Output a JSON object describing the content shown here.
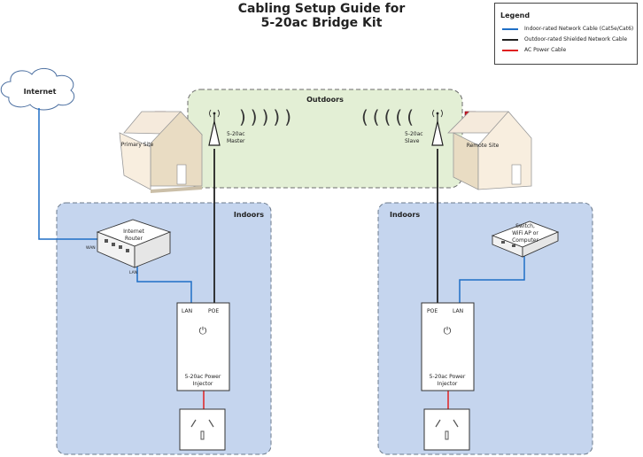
{
  "title": {
    "line1": "Cabling Setup Guide for",
    "line2": "5-20ac Bridge Kit"
  },
  "legend": {
    "title": "Legend",
    "items": [
      {
        "label": "Indoor-rated Network Cable (Cat5e/Cat6)",
        "color": "#1f6fc6"
      },
      {
        "label": "Outdoor-rated Shielded Network Cable",
        "color": "#222222"
      },
      {
        "label": "AC Power Cable",
        "color": "#e02020"
      }
    ]
  },
  "internet": {
    "label": "Internet"
  },
  "outdoors": {
    "label": "Outdoors"
  },
  "primary_site": {
    "label": "Primary Site"
  },
  "remote_site": {
    "label": "Remote Site"
  },
  "master": {
    "line1": "5-20ac",
    "line2": "Master"
  },
  "slave": {
    "line1": "5-20ac",
    "line2": "Slave"
  },
  "indoors_left": {
    "label": "Indoors"
  },
  "indoors_right": {
    "label": "Indoors"
  },
  "router": {
    "line1": "Internet",
    "line2": "Router",
    "wan": "WAN",
    "lan": "LAN"
  },
  "switch": {
    "line1": "Switch,",
    "line2": "WiFi AP or",
    "line3": "Computer"
  },
  "injector_left": {
    "port_lan": "LAN",
    "port_poe": "POE",
    "power_symbol": "⏻",
    "line1": "5-20ac Power",
    "line2": "Injector"
  },
  "injector_right": {
    "port_poe": "POE",
    "port_lan": "LAN",
    "power_symbol": "⏻",
    "line1": "5-20ac Power",
    "line2": "Injector"
  },
  "waves_left": ")))))",
  "waves_right": "((((("
}
